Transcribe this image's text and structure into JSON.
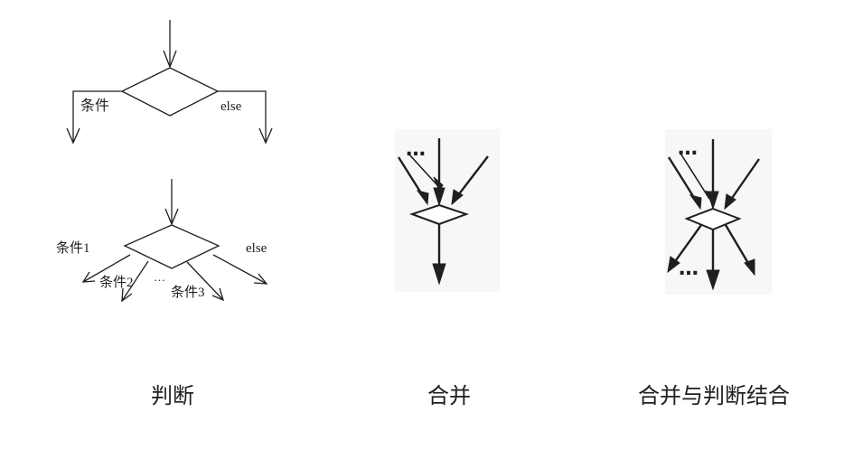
{
  "colors": {
    "background": "#ffffff",
    "stroke": "#1f1f1f",
    "panel": "#f7f7f7"
  },
  "decision": {
    "caption": "判断",
    "two_way": {
      "condition_label": "条件",
      "else_label": "else"
    },
    "multi_way": {
      "condition1_label": "条件1",
      "condition2_label": "条件2",
      "condition3_label": "条件3",
      "ellipsis": "…",
      "else_label": "else"
    }
  },
  "merge": {
    "caption": "合并",
    "ellipsis": "…"
  },
  "merge_decision": {
    "caption": "合并与判断结合",
    "in_ellipsis": "…",
    "out_ellipsis": "…"
  }
}
